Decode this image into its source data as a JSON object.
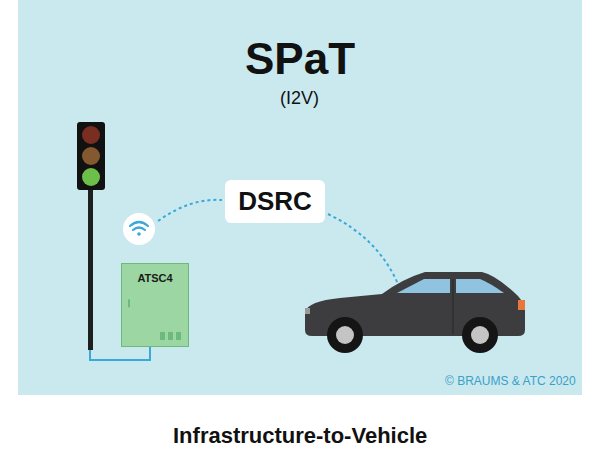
{
  "diagram": {
    "title": "SPaT",
    "caption": "Infrastructure-to-Vehicle",
    "nodes": [
      {
        "text": [
          "DSRC"
        ]
      },
      {
        "text": [
          "ATSC4"
        ]
      }
    ],
    "labels": [
      "(I2V)",
      "© BRAUMS & ATC 2020"
    ]
  }
}
